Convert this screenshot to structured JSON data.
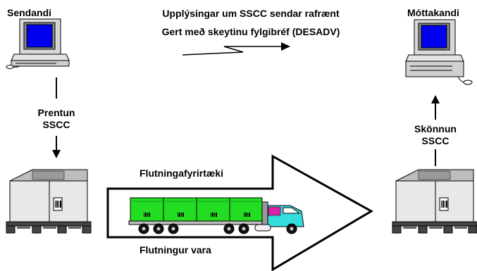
{
  "sender": {
    "label": "Sendandi"
  },
  "receiver": {
    "label": "Móttakandi"
  },
  "message": {
    "line1": "Upplýsingar um SSCC sendar rafrænt",
    "line2": "Gert með skeytinu fylgibréf  (DESADV)"
  },
  "print_step": {
    "line1": "Prentun",
    "line2": "SSCC"
  },
  "scan_step": {
    "line1": "Skönnun",
    "line2": "SSCC"
  },
  "transport": {
    "top_label": "Flutningafyrirtæki",
    "bottom_label": "Flutningur vara"
  },
  "colors": {
    "screen": "#0000ee",
    "truck_cargo": "#22dd22",
    "truck_cab": "#33dddd",
    "stripe": "#dd22aa",
    "crate_side": "#e8e8e8",
    "crate_top": "#bdbdbd"
  }
}
